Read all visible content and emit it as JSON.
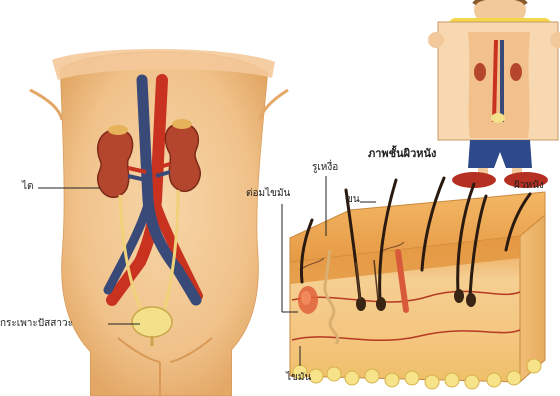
{
  "labels": {
    "kidney": "ไต",
    "bladder": "กระเพาะปัสสาวะ",
    "sweat_pore": "รูเหงื่อ",
    "skin_section_title": "ภาพชั้นผิวหนัง",
    "sebaceous_gland": "ต่อมไขมัน",
    "hair": "ขน",
    "skin": "ผิวหนัง",
    "fat": "ไขมัน"
  },
  "colors": {
    "body_skin": "#f2c48a",
    "body_shadow": "#e0a868",
    "kidney": "#b5462e",
    "artery": "#c8321f",
    "vein": "#3a4a78",
    "bladder": "#f3e08a",
    "skin_surface": "#e8a24e",
    "skin_dermis": "#f1c27d",
    "fat_layer": "#f7e48a",
    "hair": "#2a1a10"
  },
  "icons": {
    "boy_figure": "boy-holding-anatomy-poster-icon"
  }
}
